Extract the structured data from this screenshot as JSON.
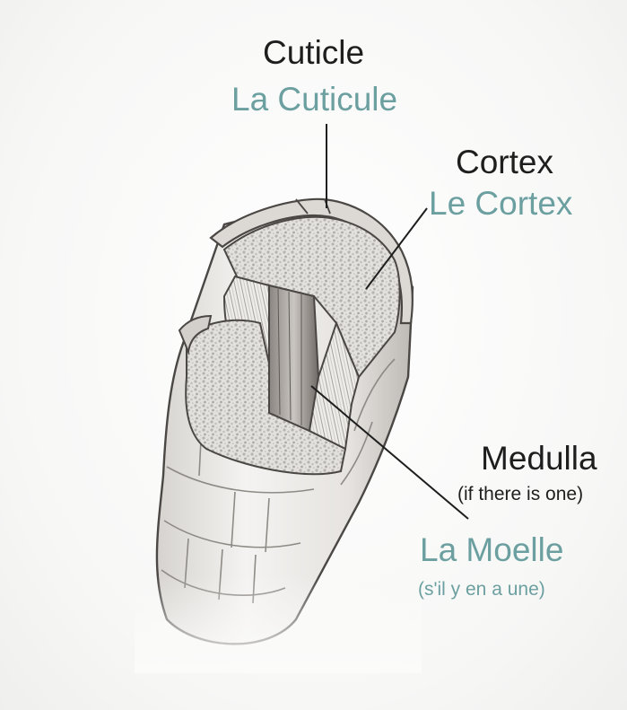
{
  "labels": {
    "cuticle": {
      "en": "Cuticle",
      "fr": "La Cuticule"
    },
    "cortex": {
      "en": "Cortex",
      "fr": "Le Cortex"
    },
    "medulla": {
      "en": "Medulla",
      "en_note": "(if there is one)",
      "fr": "La Moelle",
      "fr_note": "(s'il y en a une)"
    }
  },
  "colors": {
    "english_text": "#1e1e1e",
    "french_text": "#6c9fa0",
    "outline": "#4a4744",
    "shading": "#8e8a86"
  }
}
